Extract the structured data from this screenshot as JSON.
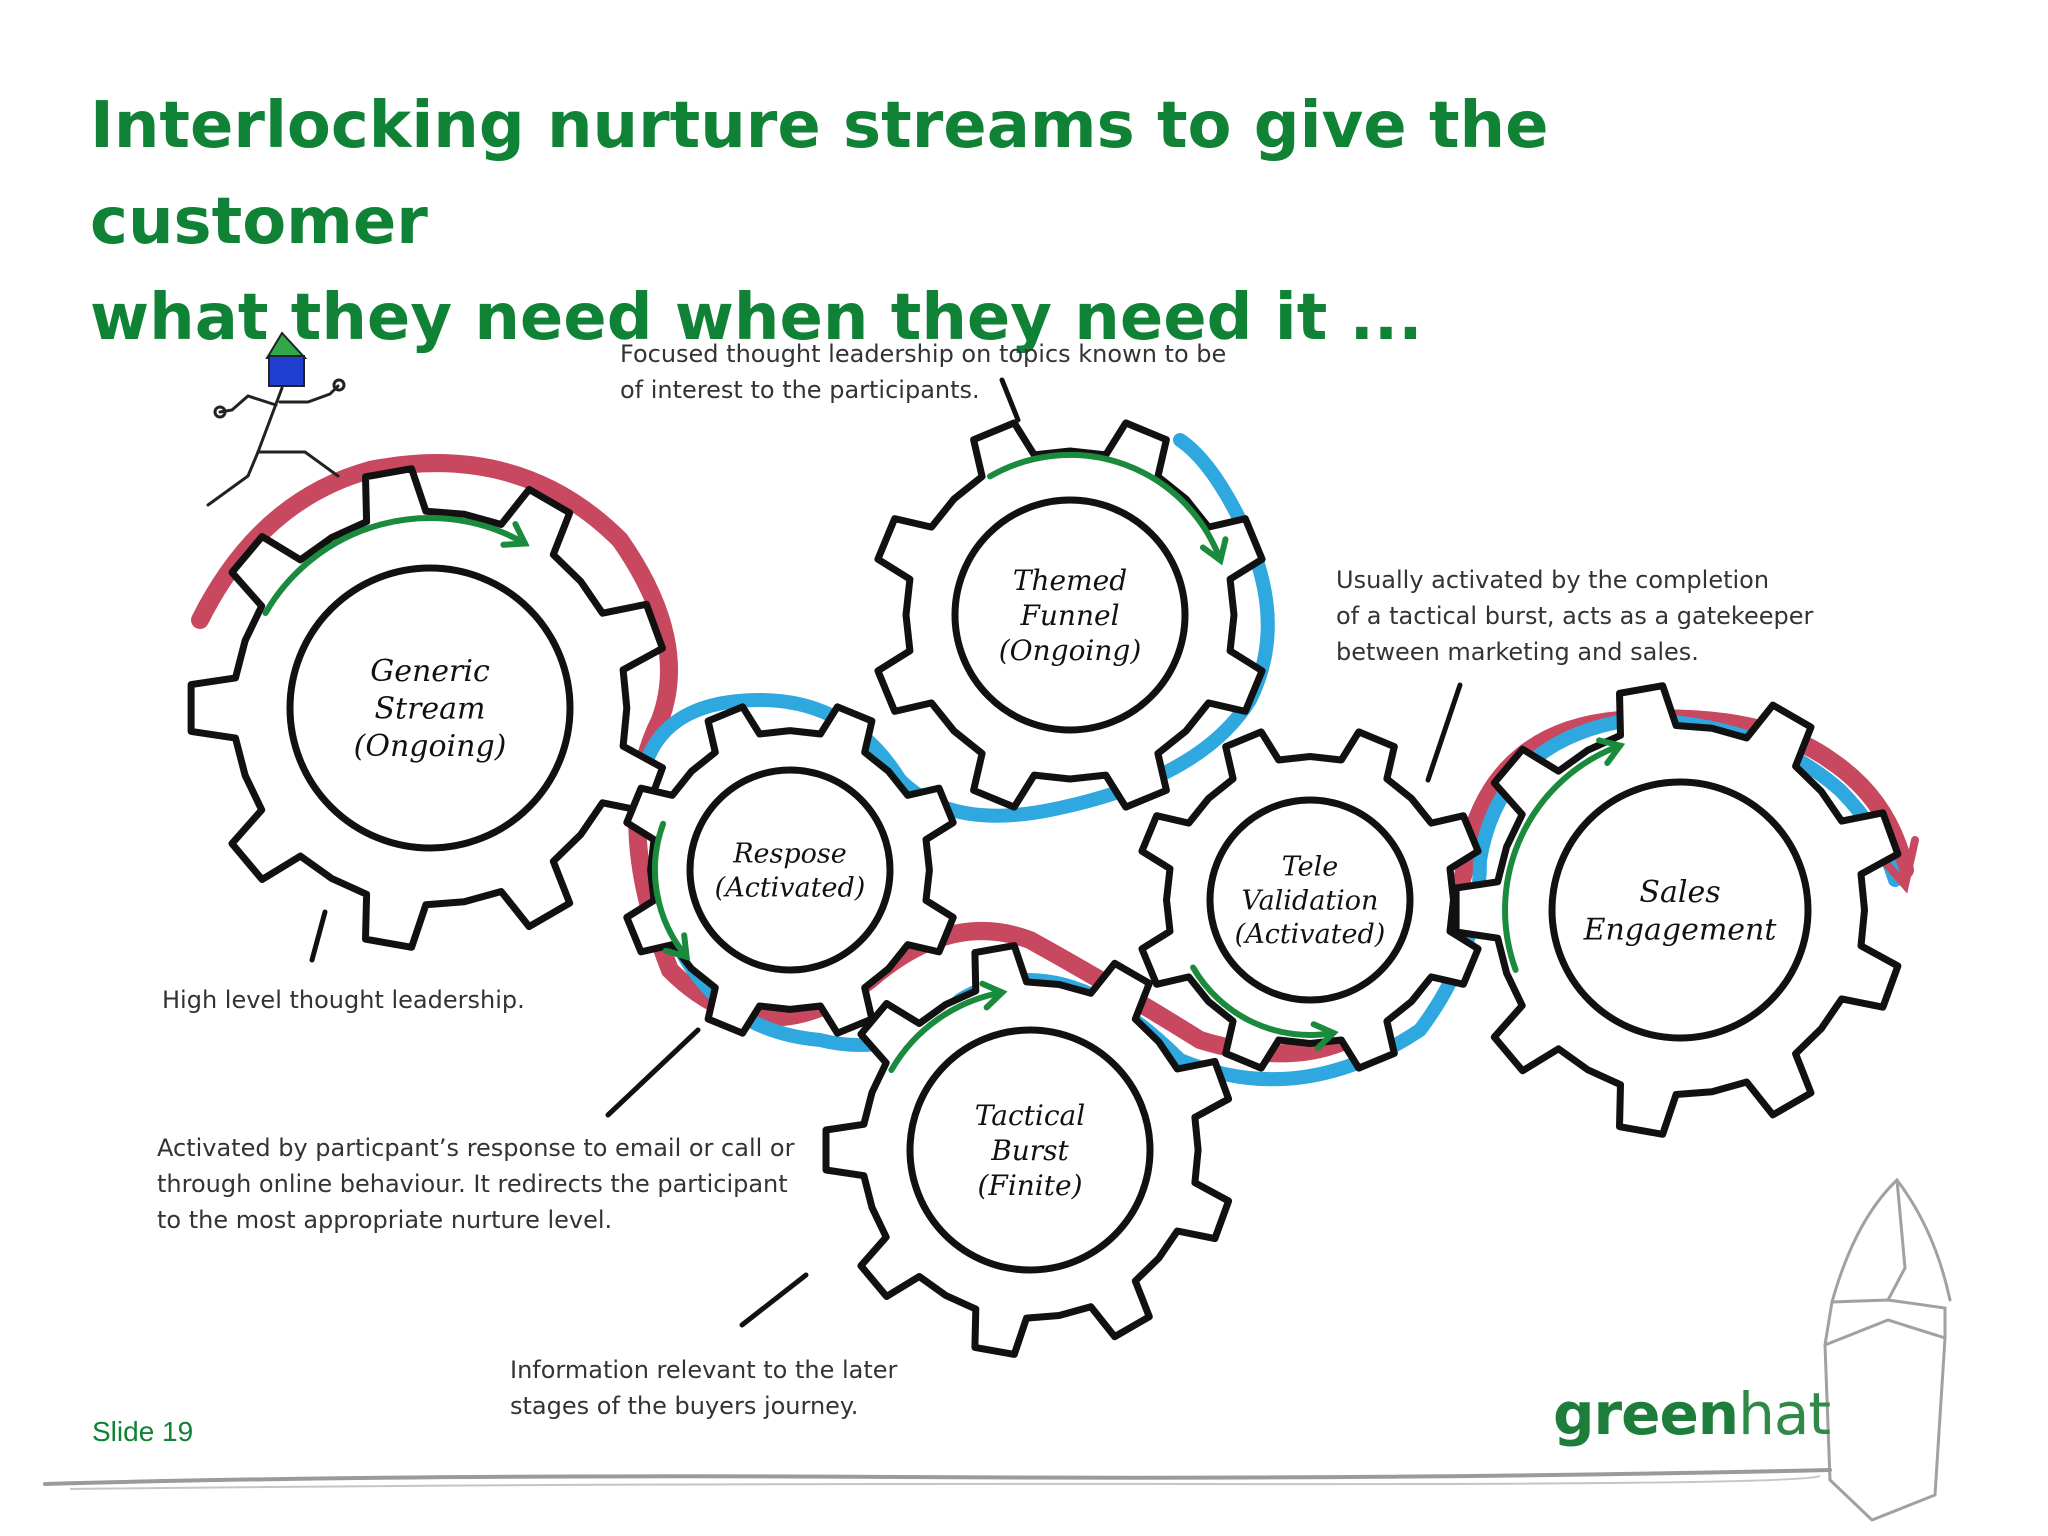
{
  "slide": {
    "title_lines": [
      "Interlocking nurture streams to give the customer",
      "what they need when they need it ..."
    ],
    "slide_number": "Slide 19",
    "logo": {
      "bold": "green",
      "light": "hat"
    }
  },
  "colors": {
    "title": "#0f8235",
    "red_stream": "#c8485f",
    "blue_stream": "#2fa8e0",
    "green_arrow": "#1a8a3c",
    "gear_outline": "#111111"
  },
  "gears": [
    {
      "id": "generic",
      "lines": [
        "Generic",
        "Stream",
        "(Ongoing)"
      ]
    },
    {
      "id": "themed",
      "lines": [
        "Themed",
        "Funnel",
        "(Ongoing)"
      ]
    },
    {
      "id": "response",
      "lines": [
        "Respose",
        "(Activated)"
      ]
    },
    {
      "id": "tele",
      "lines": [
        "Tele",
        "Validation",
        "(Activated)"
      ]
    },
    {
      "id": "tactical",
      "lines": [
        "Tactical",
        "Burst",
        "(Finite)"
      ]
    },
    {
      "id": "sales",
      "lines": [
        "Sales",
        "Engagement"
      ]
    }
  ],
  "annotations": {
    "themed": [
      "Focused thought leadership on topics known to be",
      "of interest to the participants."
    ],
    "tele": [
      "Usually activated by the completion",
      "of a tactical burst, acts as a gatekeeper",
      "between marketing and sales."
    ],
    "generic": [
      "High level thought leadership."
    ],
    "response": [
      "Activated by particpant’s response to email or call or",
      "through online behaviour. It redirects the participant",
      "to the most appropriate nurture level."
    ],
    "tactical": [
      "Information relevant to the later",
      "stages of the buyers journey."
    ]
  },
  "icons": {
    "runner": "stick-figure-runner-icon",
    "house": "house-sketch-icon"
  }
}
